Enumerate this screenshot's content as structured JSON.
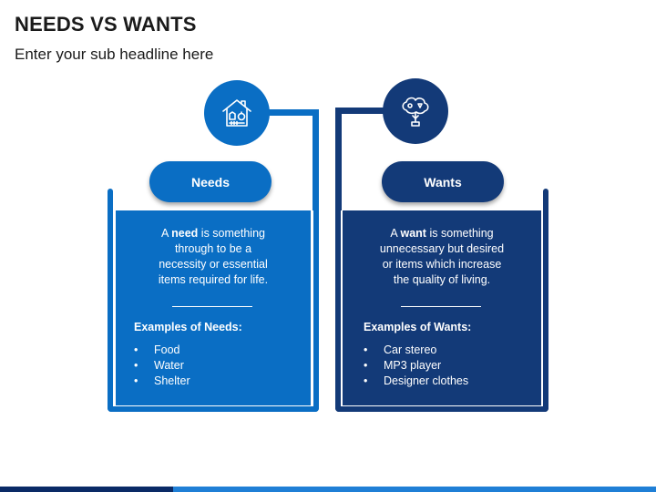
{
  "header": {
    "title": "NEEDS VS WANTS",
    "subtitle": "Enter your sub headline here"
  },
  "colors": {
    "needs": "#0a6ec4",
    "wants": "#133a78"
  },
  "needs": {
    "icon": "house-icon",
    "pill_label": "Needs",
    "desc_prefix": "A ",
    "desc_bold": "need",
    "desc_line1_rest": " is something",
    "desc_lines": [
      "through to be a",
      "necessity or essential",
      "items required for life."
    ],
    "examples_title": "Examples of Needs:",
    "bullet": "•",
    "examples": [
      "Food",
      "Water",
      "Shelter"
    ]
  },
  "wants": {
    "icon": "ideas-tree-icon",
    "pill_label": "Wants",
    "desc_prefix": "A ",
    "desc_bold": "want",
    "desc_line1_rest": " is something",
    "desc_lines": [
      "unnecessary but desired",
      "or items which increase",
      "the quality of living."
    ],
    "examples_title": "Examples of Wants:",
    "bullet": "•",
    "examples": [
      "Car stereo",
      "MP3 player",
      "Designer clothes"
    ]
  }
}
